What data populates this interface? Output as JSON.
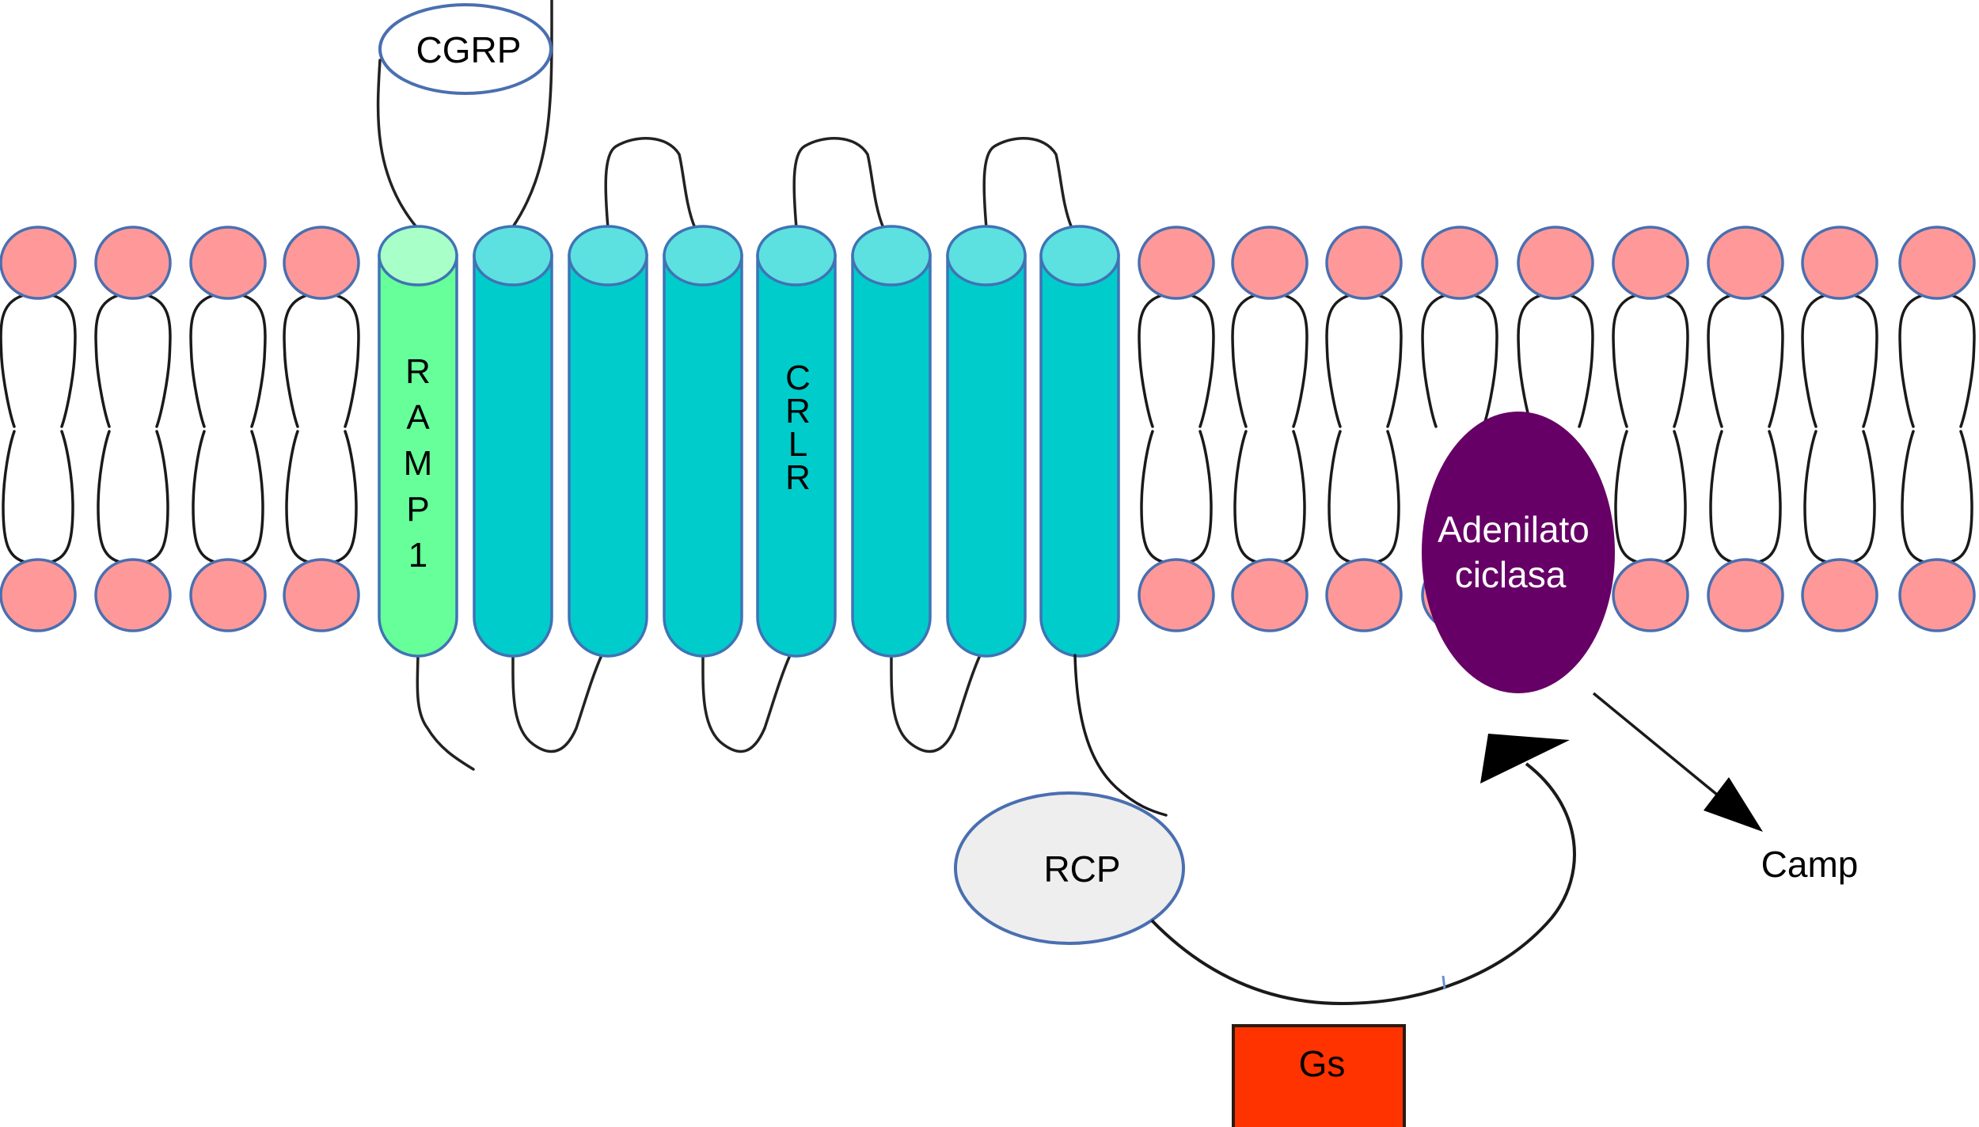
{
  "figure": {
    "title": "CGRP receptor signaling at the cell membrane",
    "labels": {
      "ligand": "CGRP",
      "ramp": [
        "R",
        "A",
        "M",
        "P",
        "1"
      ],
      "receptor": [
        "C",
        "R",
        "L",
        "R"
      ],
      "enzyme_line1": "Adenilato",
      "enzyme_line2": "ciclasa",
      "rcp": "RCP",
      "g_protein": "Gs",
      "product": "Camp"
    },
    "colors": {
      "lipid_head": "#ff9999",
      "lipid_head_stroke": "#4a6fb0",
      "ramp_body": "#66ff99",
      "ramp_cap": "#a8ffc8",
      "crlr_body": "#00cccc",
      "crlr_cap": "#5ce0e0",
      "helix_stroke": "#3f73b5",
      "adenylate_cyclase": "#660066",
      "rcp_fill": "#eeeeee",
      "rcp_stroke": "#4a6fb0",
      "gs_fill": "#ff3300",
      "line": "#1a1a1a"
    },
    "counts": {
      "left_lipids": 4,
      "right_lipids": 9,
      "crlr_helices": 7
    }
  }
}
